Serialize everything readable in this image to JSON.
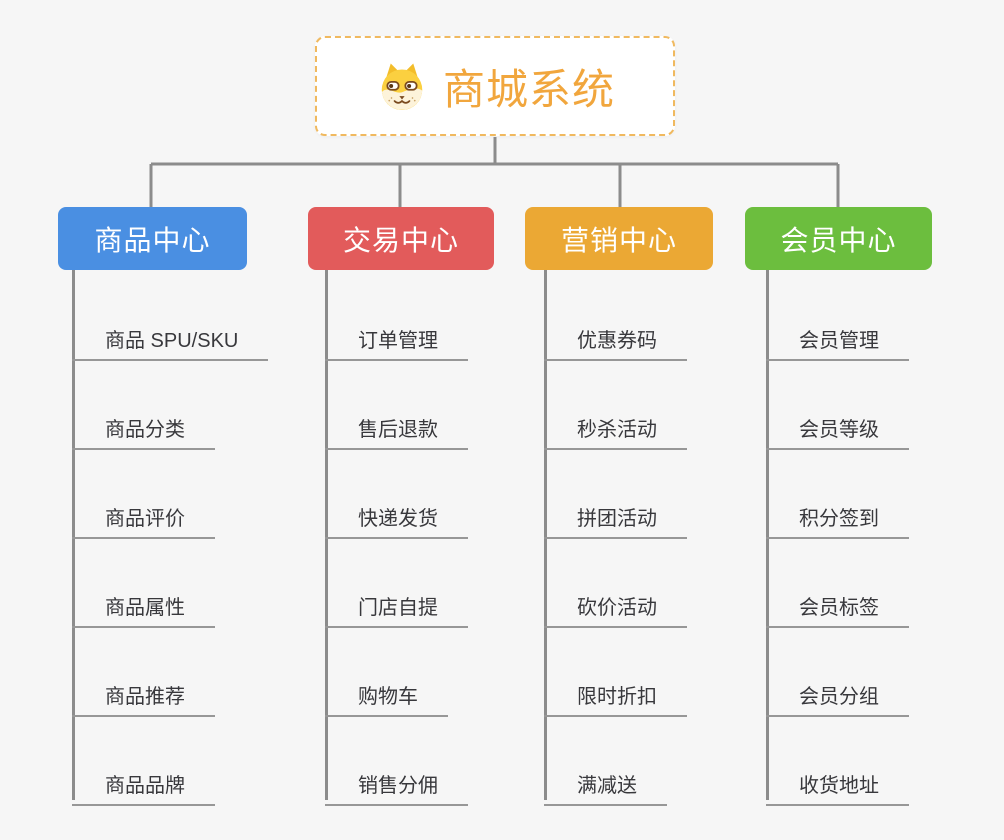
{
  "page": {
    "background_color": "#f6f6f6",
    "connector_color": "#8c8c8c",
    "leaf_underline_color": "#979797",
    "leaf_text_color": "#38383c"
  },
  "root": {
    "title": "商城系统",
    "icon": "dog-face-icon",
    "title_color": "#f1a63d",
    "border_color": "#f0b95f",
    "fill_color": "#ffffff"
  },
  "branches": [
    {
      "label": "商品中心",
      "color": "#4a8fe2",
      "items": [
        "商品 SPU/SKU",
        "商品分类",
        "商品评价",
        "商品属性",
        "商品推荐",
        "商品品牌"
      ]
    },
    {
      "label": "交易中心",
      "color": "#e25b5b",
      "items": [
        "订单管理",
        "售后退款",
        "快递发货",
        "门店自提",
        "购物车",
        "销售分佣"
      ]
    },
    {
      "label": "营销中心",
      "color": "#eba834",
      "items": [
        "优惠券码",
        "秒杀活动",
        "拼团活动",
        "砍价活动",
        "限时折扣",
        "满减送"
      ]
    },
    {
      "label": "会员中心",
      "color": "#6cbe3e",
      "items": [
        "会员管理",
        "会员等级",
        "积分签到",
        "会员标签",
        "会员分组",
        "收货地址"
      ]
    }
  ]
}
